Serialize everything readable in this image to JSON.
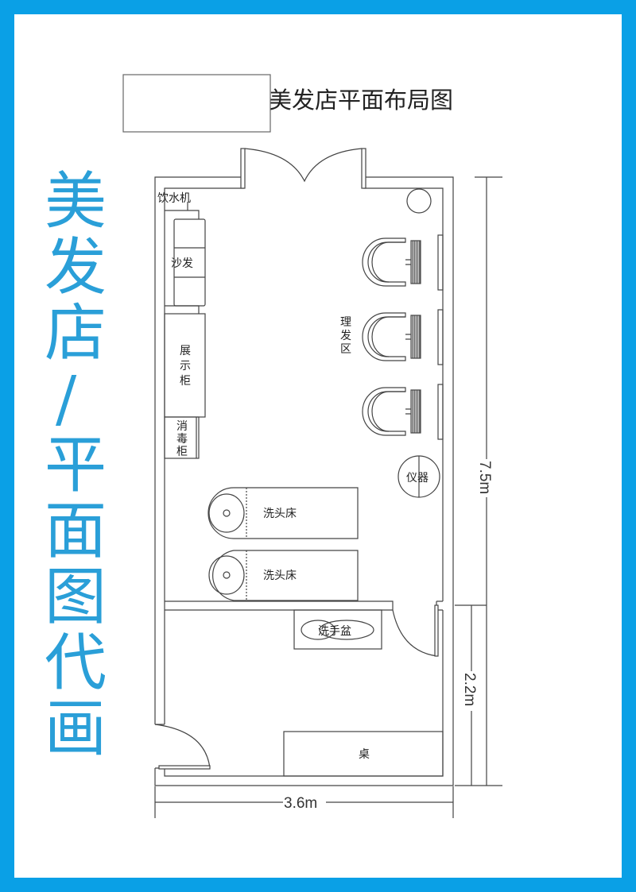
{
  "title": "美发店平面布局图",
  "side_title": [
    "美",
    "发",
    "店",
    "/",
    "平",
    "面",
    "图",
    "代",
    "画"
  ],
  "rooms": {
    "water_dispenser": "饮水机",
    "sofa": "沙发",
    "display_cabinet": [
      "展",
      "示",
      "柜"
    ],
    "sterilizer_cabinet": [
      "消",
      "毒",
      "柜"
    ],
    "haircut_area": [
      "理",
      "发",
      "区"
    ],
    "instrument": "仪器",
    "shampoo_bed_1": "洗头床",
    "shampoo_bed_2": "洗头床",
    "wash_basin": "洗手盆",
    "desk": "桌"
  },
  "dimensions": {
    "length": "7.5m",
    "back_room": "2.2m",
    "width": "3.6m"
  },
  "colors": {
    "frame": "#0aa0e6",
    "side_title": "#2a9fd8",
    "lines": "#444444"
  }
}
